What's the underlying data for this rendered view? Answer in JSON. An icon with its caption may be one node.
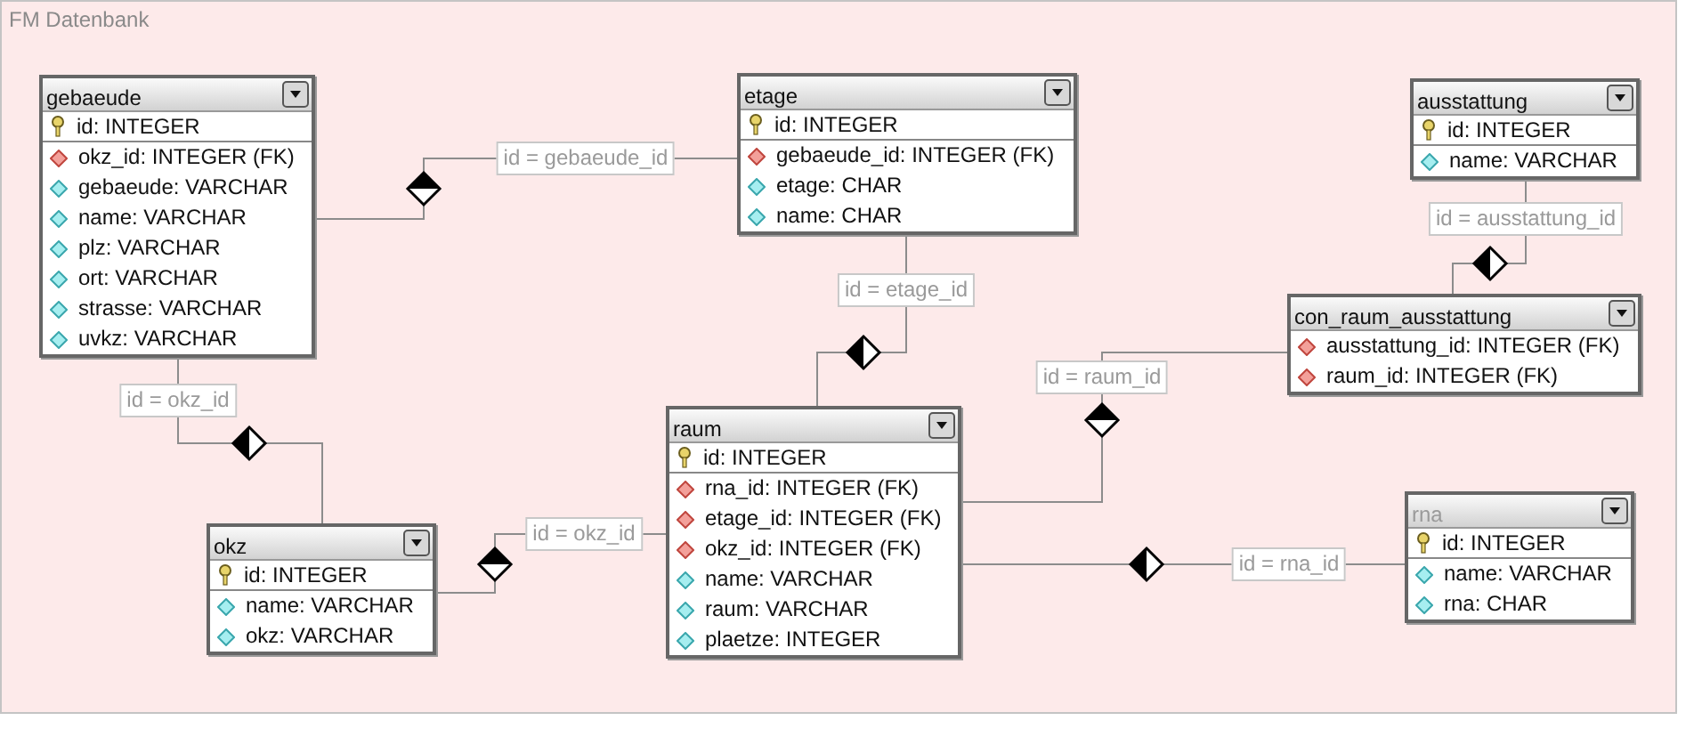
{
  "diagram": {
    "title": "FM Datenbank",
    "nodes": [
      {
        "text": [
          "gebaeude",
          "id: INTEGER",
          "okz_id: INTEGER (FK)",
          "gebaeude: VARCHAR",
          "name: VARCHAR",
          "plz: VARCHAR",
          "ort: VARCHAR",
          "strasse: VARCHAR",
          "uvkz: VARCHAR"
        ]
      },
      {
        "text": [
          "etage",
          "id: INTEGER",
          "gebaeude_id: INTEGER (FK)",
          "etage: CHAR",
          "name: CHAR"
        ]
      },
      {
        "text": [
          "ausstattung",
          "id: INTEGER",
          "name: VARCHAR"
        ]
      },
      {
        "text": [
          "con_raum_ausstattung",
          "ausstattung_id: INTEGER (FK)",
          "raum_id: INTEGER (FK)"
        ]
      },
      {
        "text": [
          "raum",
          "id: INTEGER",
          "rna_id: INTEGER (FK)",
          "etage_id: INTEGER (FK)",
          "okz_id: INTEGER (FK)",
          "name: VARCHAR",
          "raum: VARCHAR",
          "plaetze: INTEGER"
        ]
      },
      {
        "text": [
          "okz",
          "id: INTEGER",
          "name: VARCHAR",
          "okz: VARCHAR"
        ]
      },
      {
        "text": [
          "rna",
          "id: INTEGER",
          "name: VARCHAR",
          "rna: CHAR"
        ]
      }
    ],
    "edges": [
      {
        "from": 0,
        "to": 1,
        "arrow": "to",
        "label": "id = gebaeude_id"
      },
      {
        "from": 2,
        "to": 3,
        "arrow": "to",
        "label": "id = ausstattung_id"
      },
      {
        "from": 1,
        "to": 4,
        "arrow": "to",
        "label": "id = etage_id"
      },
      {
        "from": 5,
        "to": 0,
        "arrow": "to",
        "label": "id = okz_id"
      },
      {
        "from": 4,
        "to": 3,
        "arrow": "to",
        "label": "id = raum_id"
      },
      {
        "from": 5,
        "to": 4,
        "arrow": "to",
        "label": "id = okz_id"
      },
      {
        "from": 6,
        "to": 4,
        "arrow": "to",
        "label": "id = rna_id"
      }
    ]
  }
}
